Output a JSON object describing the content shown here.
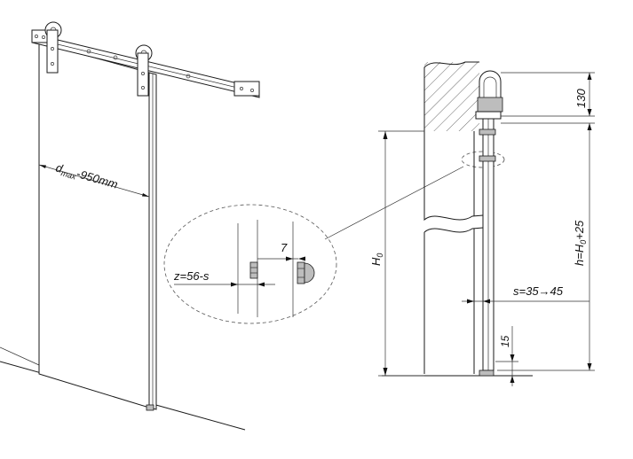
{
  "labels": {
    "door_width": "d",
    "door_width_sub": "max",
    "door_width_val": "-950mm",
    "z_formula": "z=56-s",
    "dim_seven": "7",
    "height_H": "H",
    "height_H_sub": "0",
    "dim_130": "130",
    "h_formula_a": "h=H",
    "h_formula_sub": "0",
    "h_formula_b": "+25",
    "s_range": "s=35→45",
    "dim_15": "15"
  }
}
